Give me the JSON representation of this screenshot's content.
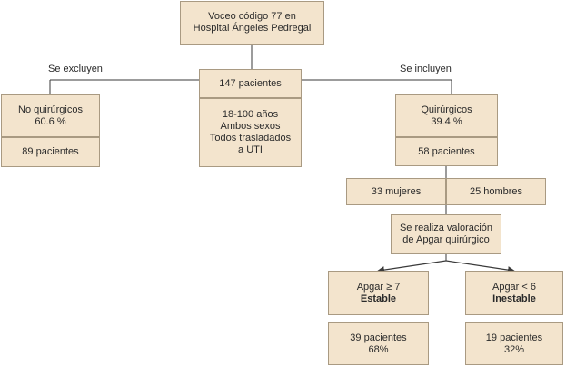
{
  "title_box": {
    "line1": "Voceo código 77 en",
    "line2": "Hospital Ángeles Pedregal"
  },
  "center": {
    "count": "147 pacientes",
    "details": [
      "18-100 años",
      "Ambos sexos",
      "Todos trasladados",
      "a UTI"
    ]
  },
  "left_branch": {
    "label": "Se excluyen",
    "category": "No quirúrgicos",
    "percent": "60.6 %",
    "count": "89 pacientes"
  },
  "right_branch": {
    "label": "Se incluyen",
    "category": "Quirúrgicos",
    "percent": "39.4 %",
    "count": "58 pacientes",
    "women": "33 mujeres",
    "men": "25 hombres"
  },
  "assessment": {
    "line1": "Se realiza valoración",
    "line2": "de Apgar quirúrgico"
  },
  "stable": {
    "criterion": "Apgar ≥ 7",
    "status": "Estable",
    "count": "39 pacientes",
    "percent": "68%"
  },
  "unstable": {
    "criterion": "Apgar < 6",
    "status": "Inestable",
    "count": "19 pacientes",
    "percent": "32%"
  },
  "colors": {
    "box_fill": "#f3e4cd",
    "box_border": "#a99a82",
    "line": "#3a3a3a"
  }
}
